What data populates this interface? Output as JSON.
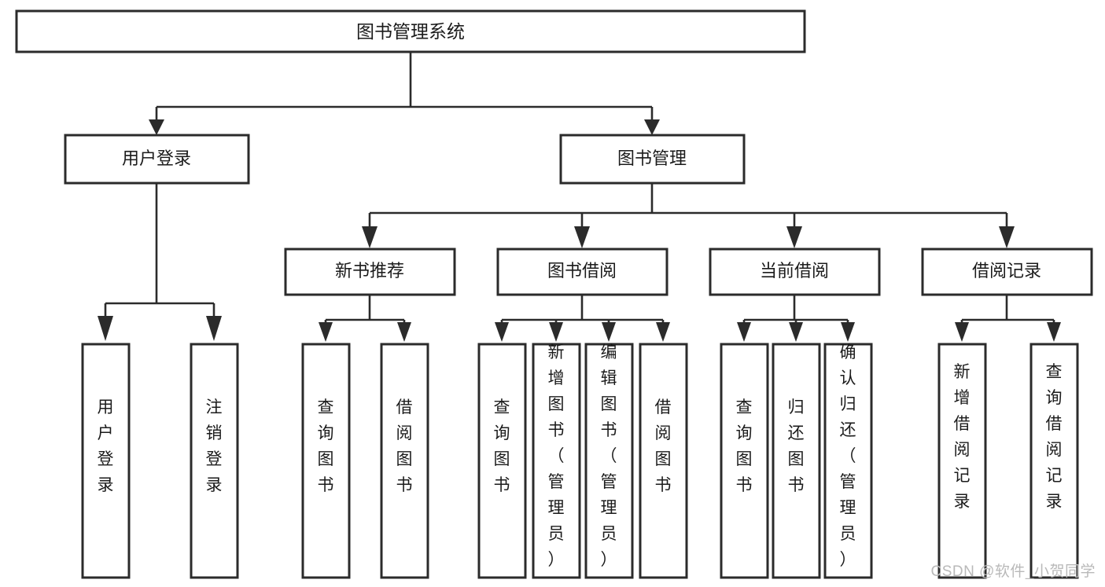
{
  "diagram": {
    "type": "tree-hierarchy",
    "orientation": "top-down",
    "root": {
      "id": "root",
      "label": "图书管理系统"
    },
    "level2": [
      {
        "id": "user-login",
        "label": "用户登录"
      },
      {
        "id": "book-manage",
        "label": "图书管理"
      }
    ],
    "level3": [
      {
        "id": "new-book-recommend",
        "label": "新书推荐",
        "parent": "book-manage"
      },
      {
        "id": "book-borrow",
        "label": "图书借阅",
        "parent": "book-manage"
      },
      {
        "id": "current-borrow",
        "label": "当前借阅",
        "parent": "book-manage"
      },
      {
        "id": "borrow-record",
        "label": "借阅记录",
        "parent": "book-manage"
      }
    ],
    "leaves": [
      {
        "id": "leaf-user-login",
        "label": "用户登录",
        "parent": "user-login"
      },
      {
        "id": "leaf-logout-login",
        "label": "注销登录",
        "parent": "user-login"
      },
      {
        "id": "leaf-query-book-1",
        "label": "查询图书",
        "parent": "new-book-recommend"
      },
      {
        "id": "leaf-borrow-book-1",
        "label": "借阅图书",
        "parent": "new-book-recommend"
      },
      {
        "id": "leaf-query-book-2",
        "label": "查询图书",
        "parent": "book-borrow"
      },
      {
        "id": "leaf-add-book",
        "label": "新增图书（管理员）",
        "parent": "book-borrow"
      },
      {
        "id": "leaf-edit-book",
        "label": "编辑图书（管理员）",
        "parent": "book-borrow"
      },
      {
        "id": "leaf-borrow-book-2",
        "label": "借阅图书",
        "parent": "book-borrow"
      },
      {
        "id": "leaf-query-book-3",
        "label": "查询图书",
        "parent": "current-borrow"
      },
      {
        "id": "leaf-return-book",
        "label": "归还图书",
        "parent": "current-borrow"
      },
      {
        "id": "leaf-confirm-return",
        "label": "确认归还（管理员）",
        "parent": "current-borrow"
      },
      {
        "id": "leaf-add-record",
        "label": "新增借阅记录",
        "parent": "borrow-record"
      },
      {
        "id": "leaf-query-record",
        "label": "查询借阅记录",
        "parent": "borrow-record"
      }
    ]
  },
  "watermark": {
    "text": "CSDN @软件_小贺同学"
  },
  "colors": {
    "box_stroke": "#2b2b2b",
    "box_fill": "#ffffff",
    "connector": "#2b2b2b",
    "text": "#1b1b1b",
    "watermark": "#b9b9b9",
    "background": "#ffffff"
  }
}
